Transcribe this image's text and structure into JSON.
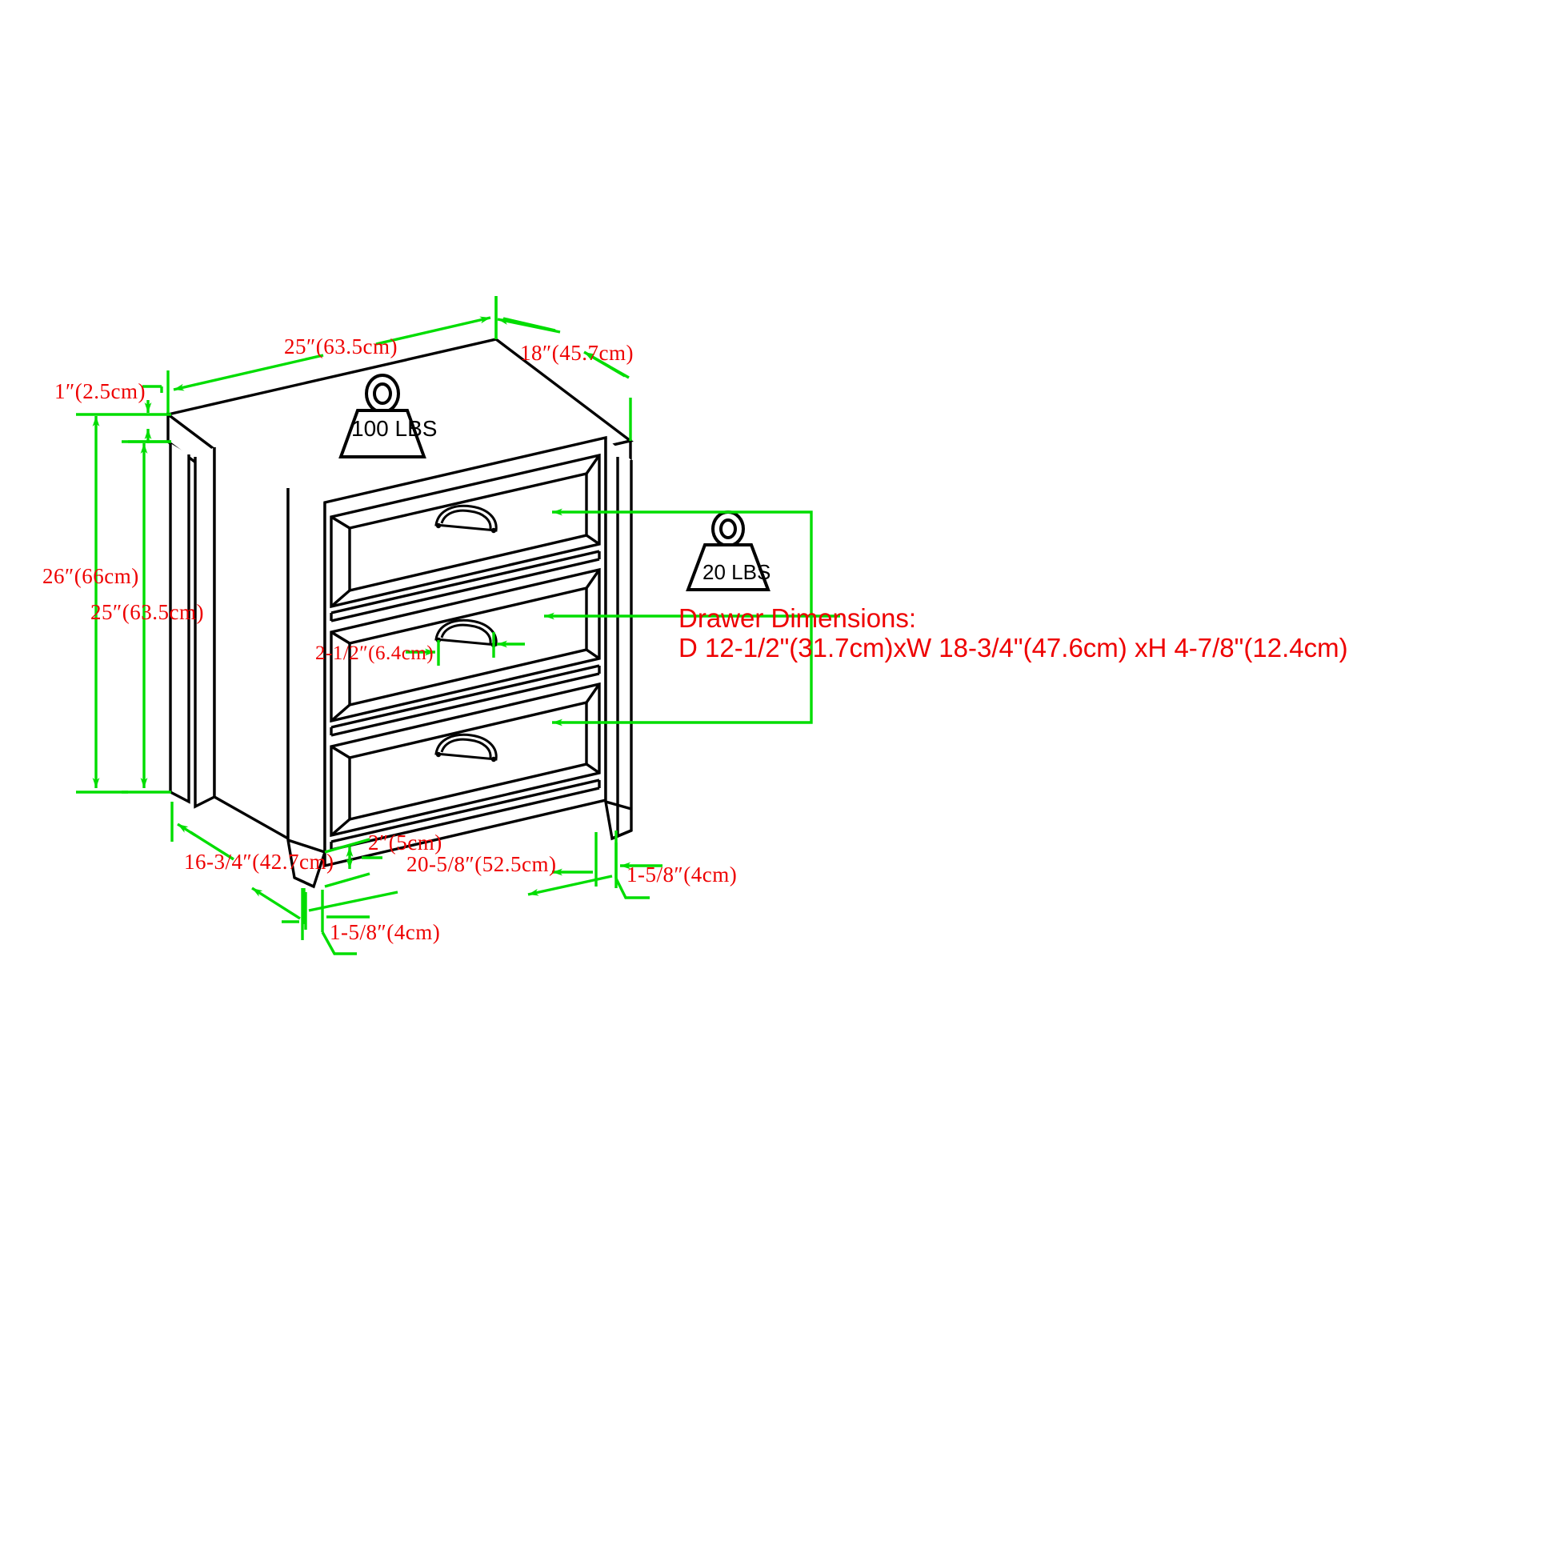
{
  "drawing": {
    "title": "Nightstand Dimension Diagram",
    "type": "isometric-technical-drawing",
    "colors": {
      "dimension_line": "#00dd00",
      "dimension_text": "#ee0000",
      "outline": "#000000",
      "background": "#ffffff"
    }
  },
  "dimensions": {
    "overall_width": "25″(63.5cm)",
    "overall_depth": "18″(45.7cm)",
    "top_thickness": "1″(2.5cm)",
    "overall_height": "26″(66cm)",
    "body_height": "25″(63.5cm)",
    "handle_width": "2-1/2″(6.4cm)",
    "base_depth": "16-3/4″(42.7cm)",
    "leg_height": "2″(5cm)",
    "base_width": "20-5/8″(52.5cm)",
    "leg_inset_right": "1-5/8″(4cm)",
    "leg_inset_front": "1-5/8″(4cm)"
  },
  "weights": {
    "top_capacity": "100 LBS",
    "drawer_capacity": "20 LBS"
  },
  "drawer_info": {
    "heading": "Drawer Dimensions:",
    "detail": "D 12-1/2\"(31.7cm)xW 18-3/4\"(47.6cm) xH 4-7/8\"(12.4cm)"
  },
  "product": {
    "drawer_count": 3
  }
}
